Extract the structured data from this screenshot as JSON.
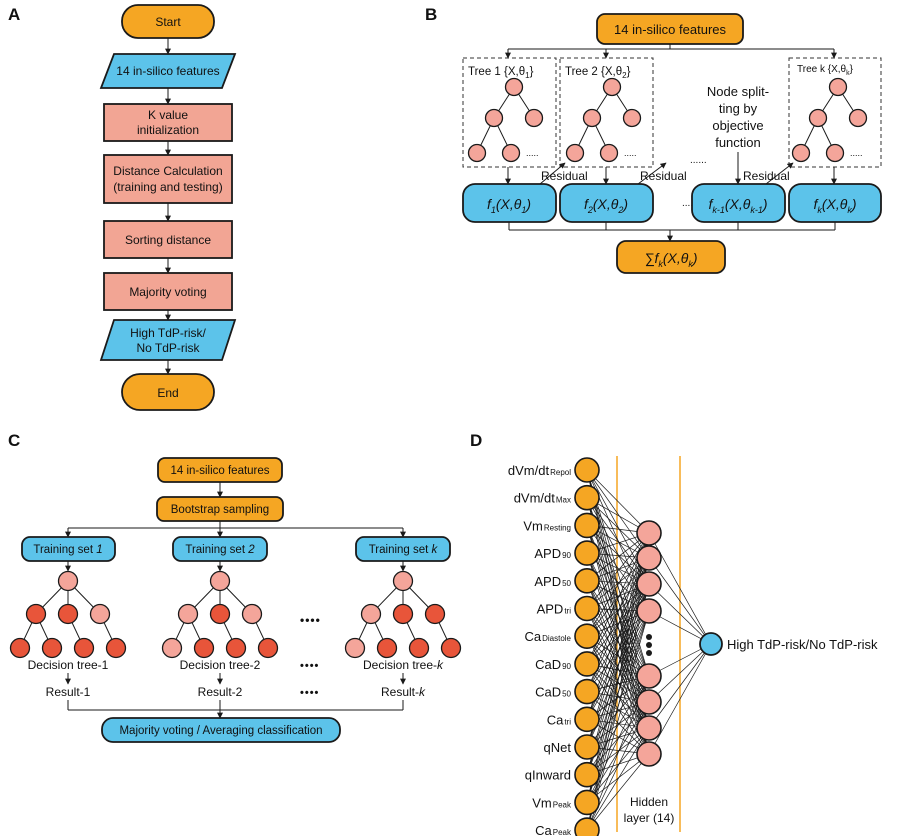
{
  "colors": {
    "orange": "#F5A623",
    "blue": "#5CC3EA",
    "salmon": "#F2A594",
    "node_light": "#F4A59A",
    "node_dark": "#E8553A",
    "border": "#1A1A1A"
  },
  "panel_a": {
    "letter": "A",
    "start": "Start",
    "input": "14 in-silico features",
    "k_init_1": "K value",
    "k_init_2": "initialization",
    "dist_1": "Distance Calculation",
    "dist_2": "(training and testing)",
    "sorting": "Sorting distance",
    "voting": "Majority voting",
    "output_1": "High TdP-risk/",
    "output_2": "No TdP-risk",
    "end": "End"
  },
  "panel_b": {
    "letter": "B",
    "input": "14 in-silico features",
    "tree1": "Tree 1 {X,θ",
    "tree1_sub": "1",
    "tree2": "Tree 2 {X,θ",
    "tree2_sub": "2",
    "treek": "Tree k {X,θ",
    "treek_sub": "k",
    "node_split_1": "Node split-",
    "node_split_2": "ting by",
    "node_split_3": "objective",
    "node_split_4": "function",
    "residual": "Residual",
    "f1": "f1(X,θ1)",
    "f2": "f2(X,θ2)",
    "fk1": "fk-1(X,θk-1)",
    "fk": "fk(X,θk)",
    "sum": "∑fk(X,θk)",
    "dots": "......",
    "small_dots": "....."
  },
  "panel_c": {
    "letter": "C",
    "input": "14 in-silico features",
    "bootstrap": "Bootstrap sampling",
    "train1": "Training set ",
    "train1_k": "1",
    "train2": "Training set ",
    "train2_k": "2",
    "traink": "Training set ",
    "traink_k": "k",
    "dtree1": "Decision tree-1",
    "dtree2": "Decision tree-2",
    "dtreek": "Decision tree-",
    "dtreek_k": "k",
    "result1": "Result-1",
    "result2": "Result-2",
    "resultk": "Result-",
    "resultk_k": "k",
    "voting": "Majority voting / Averaging classification",
    "dots": "••••"
  },
  "panel_d": {
    "letter": "D",
    "inputs": [
      {
        "main": "dVm/dt",
        "sub": "Repol"
      },
      {
        "main": "dVm/dt",
        "sub": "Max"
      },
      {
        "main": "Vm",
        "sub": "Resting"
      },
      {
        "main": "APD",
        "sub": "90"
      },
      {
        "main": "APD",
        "sub": "50"
      },
      {
        "main": "APD",
        "sub": "tri"
      },
      {
        "main": "Ca",
        "sub": "Diastole"
      },
      {
        "main": "CaD",
        "sub": "90"
      },
      {
        "main": "CaD",
        "sub": "50"
      },
      {
        "main": "Ca",
        "sub": "tri"
      },
      {
        "main": "qNet",
        "sub": ""
      },
      {
        "main": "qInward",
        "sub": ""
      },
      {
        "main": "Vm",
        "sub": "Peak"
      },
      {
        "main": "Ca",
        "sub": "Peak"
      }
    ],
    "hidden_label_1": "Hidden",
    "hidden_label_2": "layer (14)",
    "output": "High TdP-risk/No TdP-risk"
  }
}
